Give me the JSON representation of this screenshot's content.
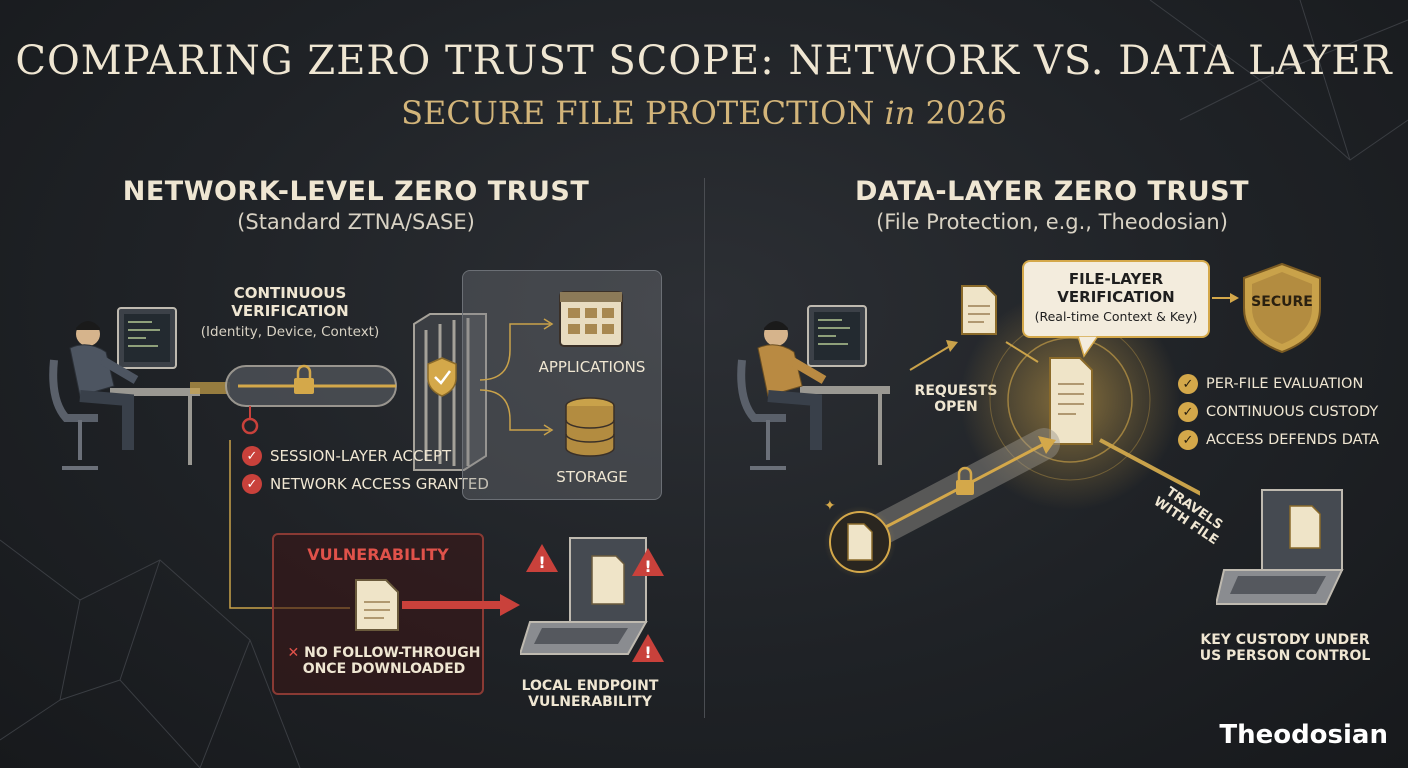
{
  "header": {
    "title": "COMPARING ZERO TRUST SCOPE: NETWORK VS. DATA LAYER",
    "subtitle_pre": "SECURE FILE PROTECTION ",
    "subtitle_in": "in",
    "subtitle_year": " 2026"
  },
  "left": {
    "heading": "NETWORK-LEVEL ZERO TRUST",
    "subheading": "(Standard ZTNA/SASE)",
    "verification_title_1": "CONTINUOUS",
    "verification_title_2": "VERIFICATION",
    "verification_detail": "(Identity, Device, Context)",
    "checks": [
      "SESSION-LAYER ACCEPT",
      "NETWORK ACCESS GRANTED"
    ],
    "applications_label": "APPLICATIONS",
    "storage_label": "STORAGE",
    "vulnerability_label": "VULNERABILITY",
    "no_follow_1": "NO FOLLOW-THROUGH",
    "no_follow_2": "ONCE DOWNLOADED",
    "endpoint_1": "LOCAL ENDPOINT",
    "endpoint_2": "VULNERABILITY"
  },
  "right": {
    "heading": "DATA-LAYER ZERO TRUST",
    "subheading": "(File Protection, e.g., Theodosian)",
    "requests_1": "REQUESTS",
    "requests_2": "OPEN",
    "verif_title_1": "FILE-LAYER",
    "verif_title_2": "VERIFICATION",
    "verif_detail": "(Real-time Context & Key)",
    "secure_label": "SECURE",
    "features": [
      "PER-FILE EVALUATION",
      "CONTINUOUS CUSTODY",
      "ACCESS DEFENDS DATA"
    ],
    "travels_1": "TRAVELS",
    "travels_2": "WITH FILE",
    "custody_1": "KEY CUSTODY UNDER",
    "custody_2": "US PERSON CONTROL"
  },
  "brand": "Theodosian",
  "colors": {
    "gold": "#d4a84a",
    "red": "#c9413b",
    "background": "#1f2226"
  }
}
